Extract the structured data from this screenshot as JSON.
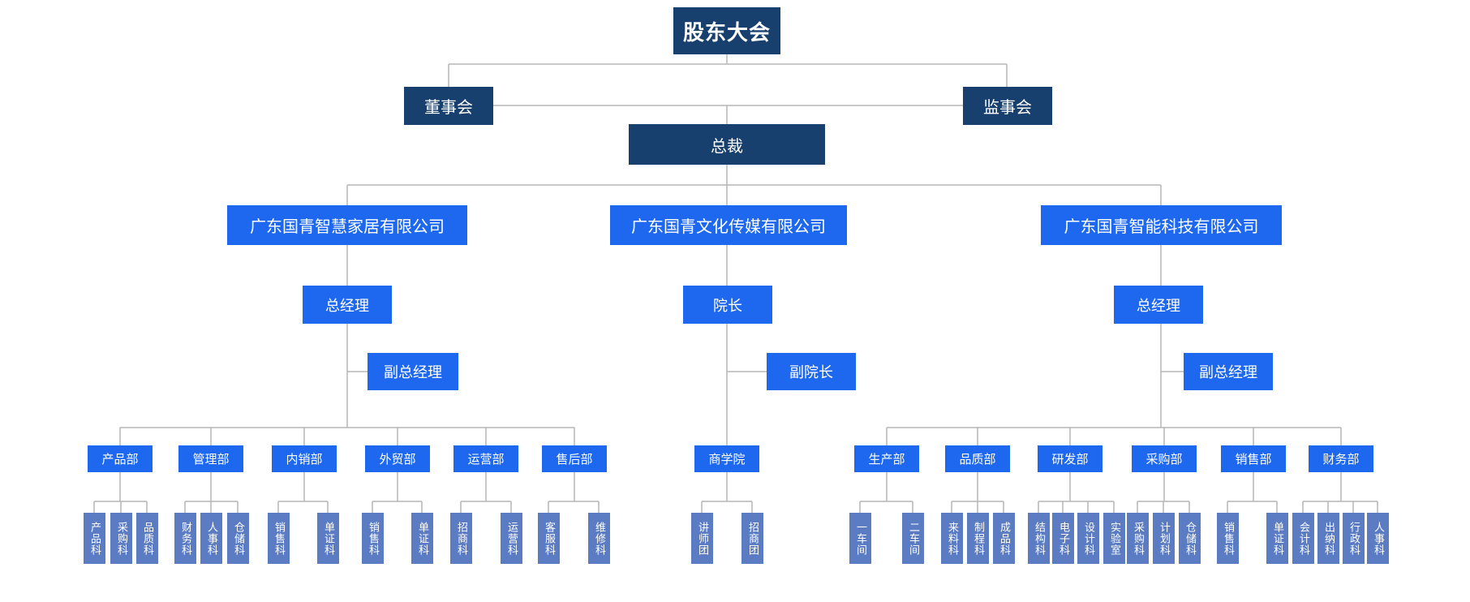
{
  "org": {
    "governance": {
      "shareholders": "股东大会",
      "board": "董事会",
      "supervisory": "监事会",
      "president": "总裁"
    },
    "companies": [
      {
        "name": "广东国青智慧家居有限公司",
        "general_manager": "总经理",
        "deputy_general_manager": "副总经理",
        "departments": [
          {
            "name": "产品部",
            "sections": [
              "产品科",
              "采购科",
              "品质科"
            ]
          },
          {
            "name": "管理部",
            "sections": [
              "财务科",
              "人事科",
              "仓储科"
            ]
          },
          {
            "name": "内销部",
            "sections": [
              "销售科",
              "单证科"
            ]
          },
          {
            "name": "外贸部",
            "sections": [
              "销售科",
              "单证科"
            ]
          },
          {
            "name": "运营部",
            "sections": [
              "招商科",
              "运营科"
            ]
          },
          {
            "name": "售后部",
            "sections": [
              "客服科",
              "维修科"
            ]
          }
        ]
      },
      {
        "name": "广东国青文化传媒有限公司",
        "general_manager": "院长",
        "deputy_general_manager": "副院长",
        "departments": [
          {
            "name": "商学院",
            "sections": [
              "讲师团",
              "招商团"
            ]
          }
        ]
      },
      {
        "name": "广东国青智能科技有限公司",
        "general_manager": "总经理",
        "deputy_general_manager": "副总经理",
        "departments": [
          {
            "name": "生产部",
            "sections": [
              "一车间",
              "二车间"
            ]
          },
          {
            "name": "品质部",
            "sections": [
              "来料科",
              "制程科",
              "成品科"
            ]
          },
          {
            "name": "研发部",
            "sections": [
              "结构科",
              "电子科",
              "设计科",
              "实验室"
            ]
          },
          {
            "name": "采购部",
            "sections": [
              "采购科",
              "计划科",
              "仓储科"
            ]
          },
          {
            "name": "销售部",
            "sections": [
              "销售科",
              "单证科"
            ]
          },
          {
            "name": "财务部",
            "sections": [
              "会计科",
              "出纳科",
              "行政科",
              "人事科"
            ]
          }
        ]
      }
    ],
    "colors": {
      "level1_navy": "#17406e",
      "level2_blue": "#1e68ef",
      "level3_steel_blue": "#5b7cc3",
      "connector": "#b5b5b5",
      "background": "#ffffff"
    }
  }
}
